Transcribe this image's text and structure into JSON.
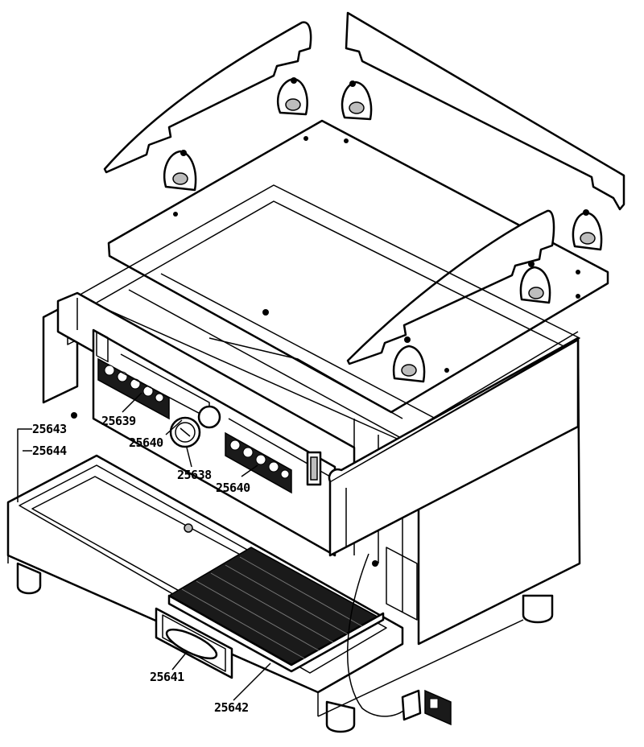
{
  "parts": {
    "p25638": "25638",
    "p25639": "25639",
    "p25640a": "25640",
    "p25640b": "25640",
    "p25641": "25641",
    "p25642": "25642",
    "p25643": "25643",
    "p25644": "25644"
  }
}
